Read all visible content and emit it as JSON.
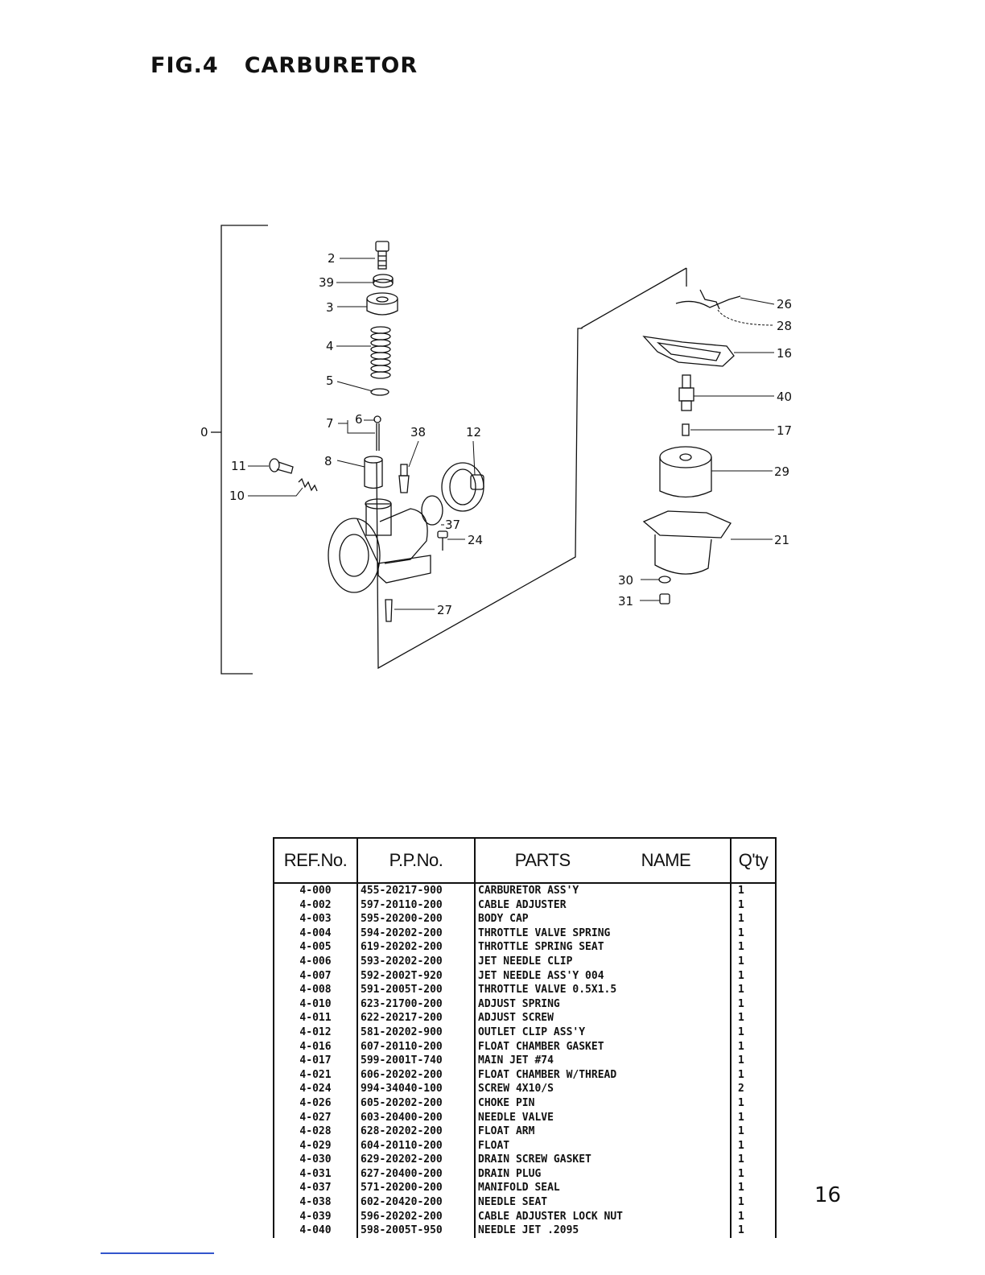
{
  "title": {
    "fig": "FIG.4",
    "name": "CARBURETOR"
  },
  "callouts": {
    "c2": "2",
    "c39": "39",
    "c3": "3",
    "c4": "4",
    "c5": "5",
    "c6": "6",
    "c7": "7",
    "c38": "38",
    "c12": "12",
    "c0": "0",
    "c11": "11",
    "c8": "8",
    "c10": "10",
    "c37": "37",
    "c24": "24",
    "c27": "27",
    "c26": "26",
    "c28": "28",
    "c16": "16",
    "c40": "40",
    "c17": "17",
    "c29": "29",
    "c21": "21",
    "c30": "30",
    "c31": "31"
  },
  "table": {
    "headers": {
      "ref": "REF.No.",
      "pp": "P.P.No.",
      "parts": "PARTS",
      "name": "NAME",
      "qty": "Q'ty"
    },
    "rows": [
      {
        "ref": "4-000",
        "pp": "455-20217-900",
        "name": "CARBURETOR ASS'Y",
        "qty": "1"
      },
      {
        "ref": "4-002",
        "pp": "597-20110-200",
        "name": "CABLE ADJUSTER",
        "qty": "1"
      },
      {
        "ref": "4-003",
        "pp": "595-20200-200",
        "name": "BODY CAP",
        "qty": "1"
      },
      {
        "ref": "4-004",
        "pp": "594-20202-200",
        "name": "THROTTLE VALVE SPRING",
        "qty": "1"
      },
      {
        "ref": "4-005",
        "pp": "619-20202-200",
        "name": "THROTTLE SPRING SEAT",
        "qty": "1"
      },
      {
        "ref": "4-006",
        "pp": "593-20202-200",
        "name": "JET NEEDLE CLIP",
        "qty": "1"
      },
      {
        "ref": "4-007",
        "pp": "592-2002T-920",
        "name": "JET NEEDLE ASS'Y 004",
        "qty": "1"
      },
      {
        "ref": "4-008",
        "pp": "591-2005T-200",
        "name": "THROTTLE VALVE 0.5X1.5",
        "qty": "1"
      },
      {
        "ref": "4-010",
        "pp": "623-21700-200",
        "name": "ADJUST SPRING",
        "qty": "1"
      },
      {
        "ref": "4-011",
        "pp": "622-20217-200",
        "name": "ADJUST SCREW",
        "qty": "1"
      },
      {
        "ref": "4-012",
        "pp": "581-20202-900",
        "name": "OUTLET CLIP ASS'Y",
        "qty": "1"
      },
      {
        "ref": "4-016",
        "pp": "607-20110-200",
        "name": "FLOAT CHAMBER GASKET",
        "qty": "1"
      },
      {
        "ref": "4-017",
        "pp": "599-2001T-740",
        "name": "MAIN JET #74",
        "qty": "1"
      },
      {
        "ref": "4-021",
        "pp": "606-20202-200",
        "name": "FLOAT CHAMBER  W/THREAD",
        "qty": "1"
      },
      {
        "ref": "4-024",
        "pp": "994-34040-100",
        "name": "SCREW 4X10/S",
        "qty": "2"
      },
      {
        "ref": "4-026",
        "pp": "605-20202-200",
        "name": "CHOKE PIN",
        "qty": "1"
      },
      {
        "ref": "4-027",
        "pp": "603-20400-200",
        "name": "NEEDLE VALVE",
        "qty": "1"
      },
      {
        "ref": "4-028",
        "pp": "628-20202-200",
        "name": "FLOAT ARM",
        "qty": "1"
      },
      {
        "ref": "4-029",
        "pp": "604-20110-200",
        "name": "FLOAT",
        "qty": "1"
      },
      {
        "ref": "4-030",
        "pp": "629-20202-200",
        "name": "DRAIN SCREW GASKET",
        "qty": "1"
      },
      {
        "ref": "4-031",
        "pp": "627-20400-200",
        "name": "DRAIN PLUG",
        "qty": "1"
      },
      {
        "ref": "4-037",
        "pp": "571-20200-200",
        "name": "MANIFOLD SEAL",
        "qty": "1"
      },
      {
        "ref": "4-038",
        "pp": "602-20420-200",
        "name": "NEEDLE SEAT",
        "qty": "1"
      },
      {
        "ref": "4-039",
        "pp": "596-20202-200",
        "name": "CABLE ADJUSTER LOCK NUT",
        "qty": "1"
      },
      {
        "ref": "4-040",
        "pp": "598-2005T-950",
        "name": "NEEDLE JET .2095",
        "qty": "1"
      }
    ]
  },
  "page_number": "16"
}
